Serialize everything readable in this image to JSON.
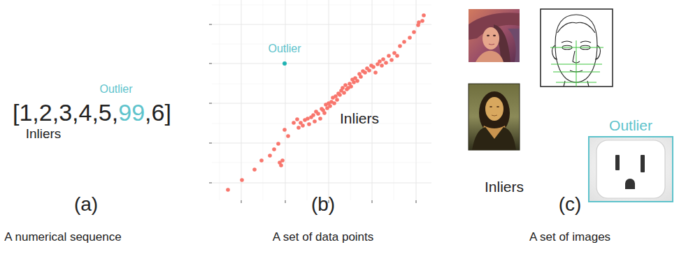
{
  "diagram": {
    "nodes": [
      {
        "text": [
          "Outlier"
        ]
      }
    ],
    "labels": [
      "Outlier",
      "[1,2,3,4,5,",
      "99",
      ",6]",
      "Inliers",
      "(a)",
      "A numerical sequence",
      "Outlier",
      "Inliers",
      "(b)",
      "A set of data points",
      "Inliers",
      "(c)",
      "A set of images"
    ]
  }
}
